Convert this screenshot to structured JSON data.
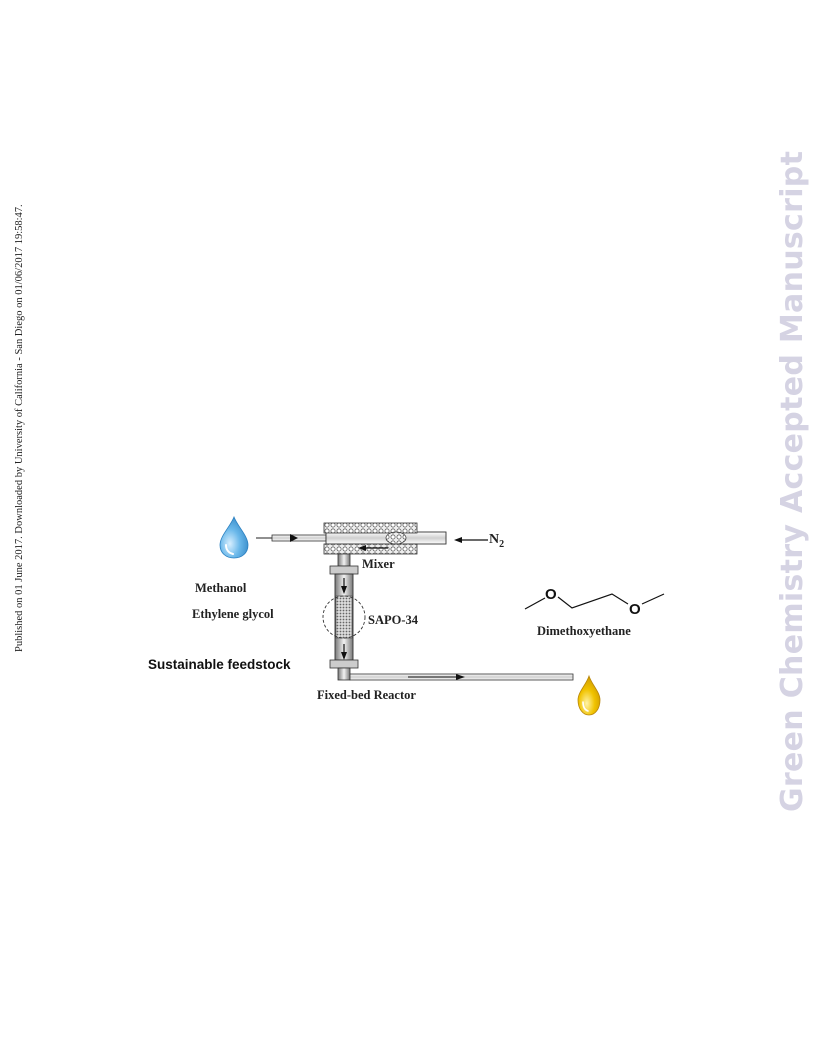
{
  "side_note": "Published on 01 June 2017. Downloaded by University of California - San Diego on 01/06/2017 19:58:47.",
  "watermark": "Green Chemistry Accepted Manuscript",
  "labels": {
    "methanol": "Methanol",
    "ethylene_glycol": "Ethylene glycol",
    "sustainable_feedstock": "Sustainable feedstock",
    "mixer": "Mixer",
    "catalyst": "SAPO-34",
    "reactor": "Fixed-bed Reactor",
    "product": "Dimethoxyethane",
    "n2_symbol": "N",
    "n2_subscript": "2",
    "oxygen_atom": "O"
  },
  "colors": {
    "water_drop": "#4aa3dc",
    "oil_drop": "#e8b400",
    "watermark": "#d5d3e3"
  },
  "icons": [
    "water-drop-icon",
    "oil-drop-icon"
  ]
}
